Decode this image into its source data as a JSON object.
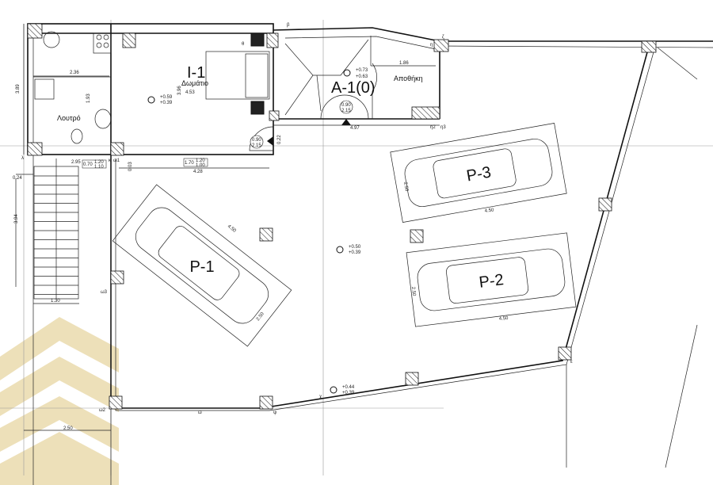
{
  "rooms": {
    "unit_code": "I-1",
    "room": "Δωμάτιο",
    "bathroom": "Λουτρό",
    "storage_unit": "A-1(0)",
    "storage": "Αποθήκη"
  },
  "parking": [
    "P-1",
    "P-2",
    "P-3"
  ],
  "levels": [
    {
      "top": "+0.59",
      "bottom": "+0.39"
    },
    {
      "top": "+0.73",
      "bottom": "+0.63"
    },
    {
      "top": "+0.50",
      "bottom": "+0.39"
    },
    {
      "top": "+0.44",
      "bottom": "+0.39"
    }
  ],
  "doors": [
    {
      "top": "0.90",
      "bottom": "2.15"
    },
    {
      "top": "0.90",
      "bottom": "2.15"
    }
  ],
  "windows": [
    {
      "width": "0.70",
      "top": "1.20",
      "bottom": "1.10"
    },
    {
      "width": "1.70",
      "top": "1.20",
      "bottom": "1.00"
    }
  ],
  "dimensions": [
    "2.36",
    "3.89",
    "1.93",
    "3.96",
    "4.53",
    "2.95",
    "4.28",
    "0.03",
    "1.86",
    "4.97",
    "0.24",
    "3.94",
    "1.30",
    "2.50",
    "4.50",
    "2.50",
    "4.50",
    "2.50",
    "4.50",
    "2.50",
    "0.22"
  ],
  "points": [
    "ω1",
    "ω2",
    "ω3",
    "ω",
    "ψ",
    "χ",
    "θ",
    "η",
    "η2",
    "η3",
    "ζ",
    "β",
    "κ",
    "λ",
    "ε"
  ],
  "colors": {
    "lines": "#111111",
    "hatch": "#111111",
    "watermark": "#e9d9a8"
  }
}
